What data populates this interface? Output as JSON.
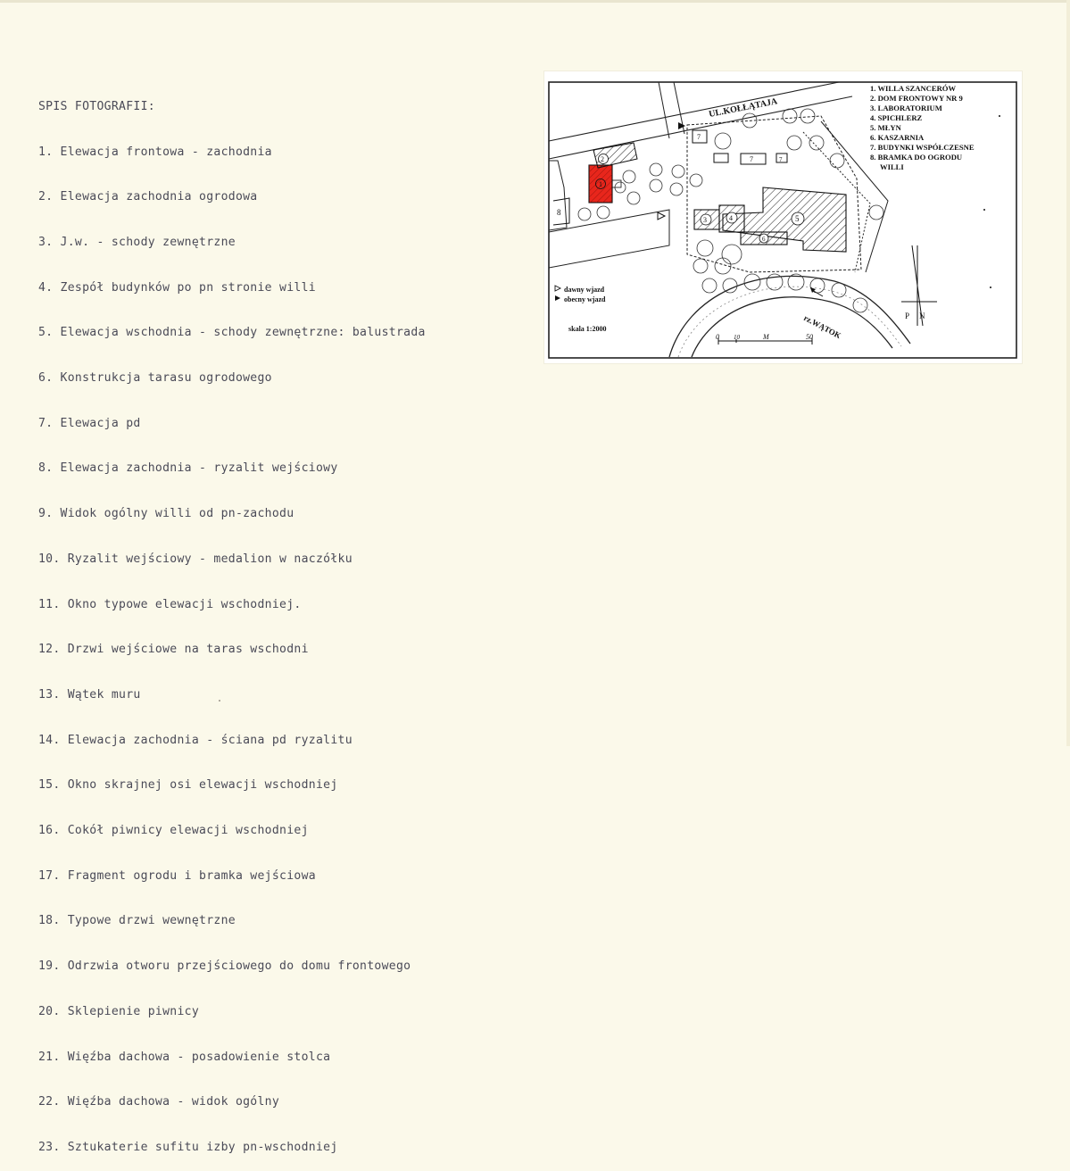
{
  "photo_list": {
    "heading": "SPIS FOTOGRAFII:",
    "items": [
      "1. Elewacja frontowa - zachodnia",
      "2. Elewacja zachodnia ogrodowa",
      "3. J.w. - schody zewnętrzne",
      "4. Zespół budynków po pn stronie willi",
      "5. Elewacja wschodnia - schody zewnętrzne: balustrada",
      "6. Konstrukcja tarasu ogrodowego",
      "7. Elewacja pd",
      "8. Elewacja zachodnia - ryzalit wejściowy",
      "9. Widok ogólny willi od pn-zachodu",
      "10. Ryzalit wejściowy - medalion w naczółku",
      "11. Okno typowe elewacji wschodniej.",
      "12. Drzwi wejściowe na taras wschodni",
      "13. Wątek muru",
      "14. Elewacja zachodnia - ściana pd ryzalitu",
      "15. Okno skrajnej osi elewacji wschodniej",
      "16. Cokół piwnicy elewacji wschodniej",
      "17. Fragment ogrodu i bramka wejściowa",
      "18. Typowe drzwi wewnętrzne",
      "19. Odrzwia otworu przejściowego do domu frontowego",
      "20. Sklepienie piwnicy",
      "21. Więźba dachowa - posadowienie stolca",
      "22. Więźba dachowa - widok ogólny",
      "23. Sztukaterie sufitu izby pn-wschodniej"
    ]
  },
  "map": {
    "legend": [
      "1. WILLA SZANCERÓW",
      "2. DOM FRONTOWY NR 9",
      "3. LABORATORIUM",
      "4. SPICHLERZ",
      "5. MŁYN",
      "6. KASZARNIA",
      "7. BUDYNKI WSPÓŁCZESNE",
      "8. BRAMKA DO OGRODU",
      "WILLI"
    ],
    "street_label": "UL.KOŁŁĄTAJA",
    "river_label": "rz.WĄTOK",
    "entry_old": "dawny wjazd",
    "entry_new": "obecny wjazd",
    "scale_label": "skala 1:2000",
    "scale_bar": [
      "0",
      "10",
      "M",
      "50"
    ],
    "building_numbers": [
      "1",
      "2",
      "3",
      "4",
      "5",
      "6",
      "7",
      "7",
      "7",
      "8"
    ],
    "compass": [
      "P",
      "N"
    ],
    "highlight_color": "#e8261c"
  }
}
